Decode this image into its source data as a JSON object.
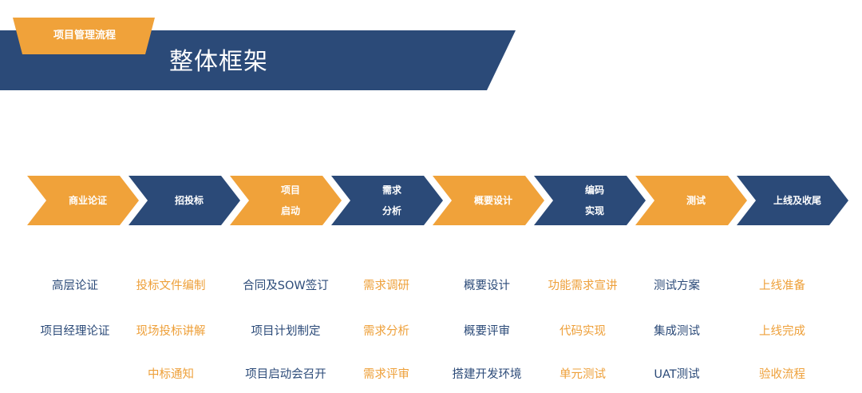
{
  "header": {
    "tag": "项目管理流程",
    "title": "整体框架"
  },
  "colors": {
    "navy": "#2b4a78",
    "orange": "#f0a23a",
    "orange_text": "#eea03a"
  },
  "flow": {
    "steps": [
      {
        "line1": "商业论证",
        "line2": "",
        "color": "orange"
      },
      {
        "line1": "招投标",
        "line2": "",
        "color": "navy"
      },
      {
        "line1": "项目",
        "line2": "启动",
        "color": "orange"
      },
      {
        "line1": "需求",
        "line2": "分析",
        "color": "navy"
      },
      {
        "line1": "概要设计",
        "line2": "",
        "color": "orange"
      },
      {
        "line1": "编码",
        "line2": "实现",
        "color": "navy"
      },
      {
        "line1": "测试",
        "line2": "",
        "color": "orange"
      },
      {
        "line1": "上线及收尾",
        "line2": "",
        "color": "navy"
      }
    ]
  },
  "columns": [
    {
      "color": "navy",
      "items": [
        "高层论证",
        "项目经理论证"
      ]
    },
    {
      "color": "orange",
      "items": [
        "投标文件编制",
        "现场投标讲解",
        "中标通知"
      ]
    },
    {
      "color": "navy",
      "items": [
        "合同及SOW签订",
        "项目计划制定",
        "项目启动会召开"
      ]
    },
    {
      "color": "orange",
      "items": [
        "需求调研",
        "需求分析",
        "需求评审"
      ]
    },
    {
      "color": "navy",
      "items": [
        "概要设计",
        "概要评审",
        "搭建开发环境"
      ]
    },
    {
      "color": "orange",
      "items": [
        "功能需求宣讲",
        "代码实现",
        "单元测试"
      ]
    },
    {
      "color": "navy",
      "items": [
        "测试方案",
        "集成测试",
        "UAT测试"
      ]
    },
    {
      "color": "orange",
      "items": [
        "上线准备",
        "上线完成",
        "验收流程"
      ]
    }
  ]
}
